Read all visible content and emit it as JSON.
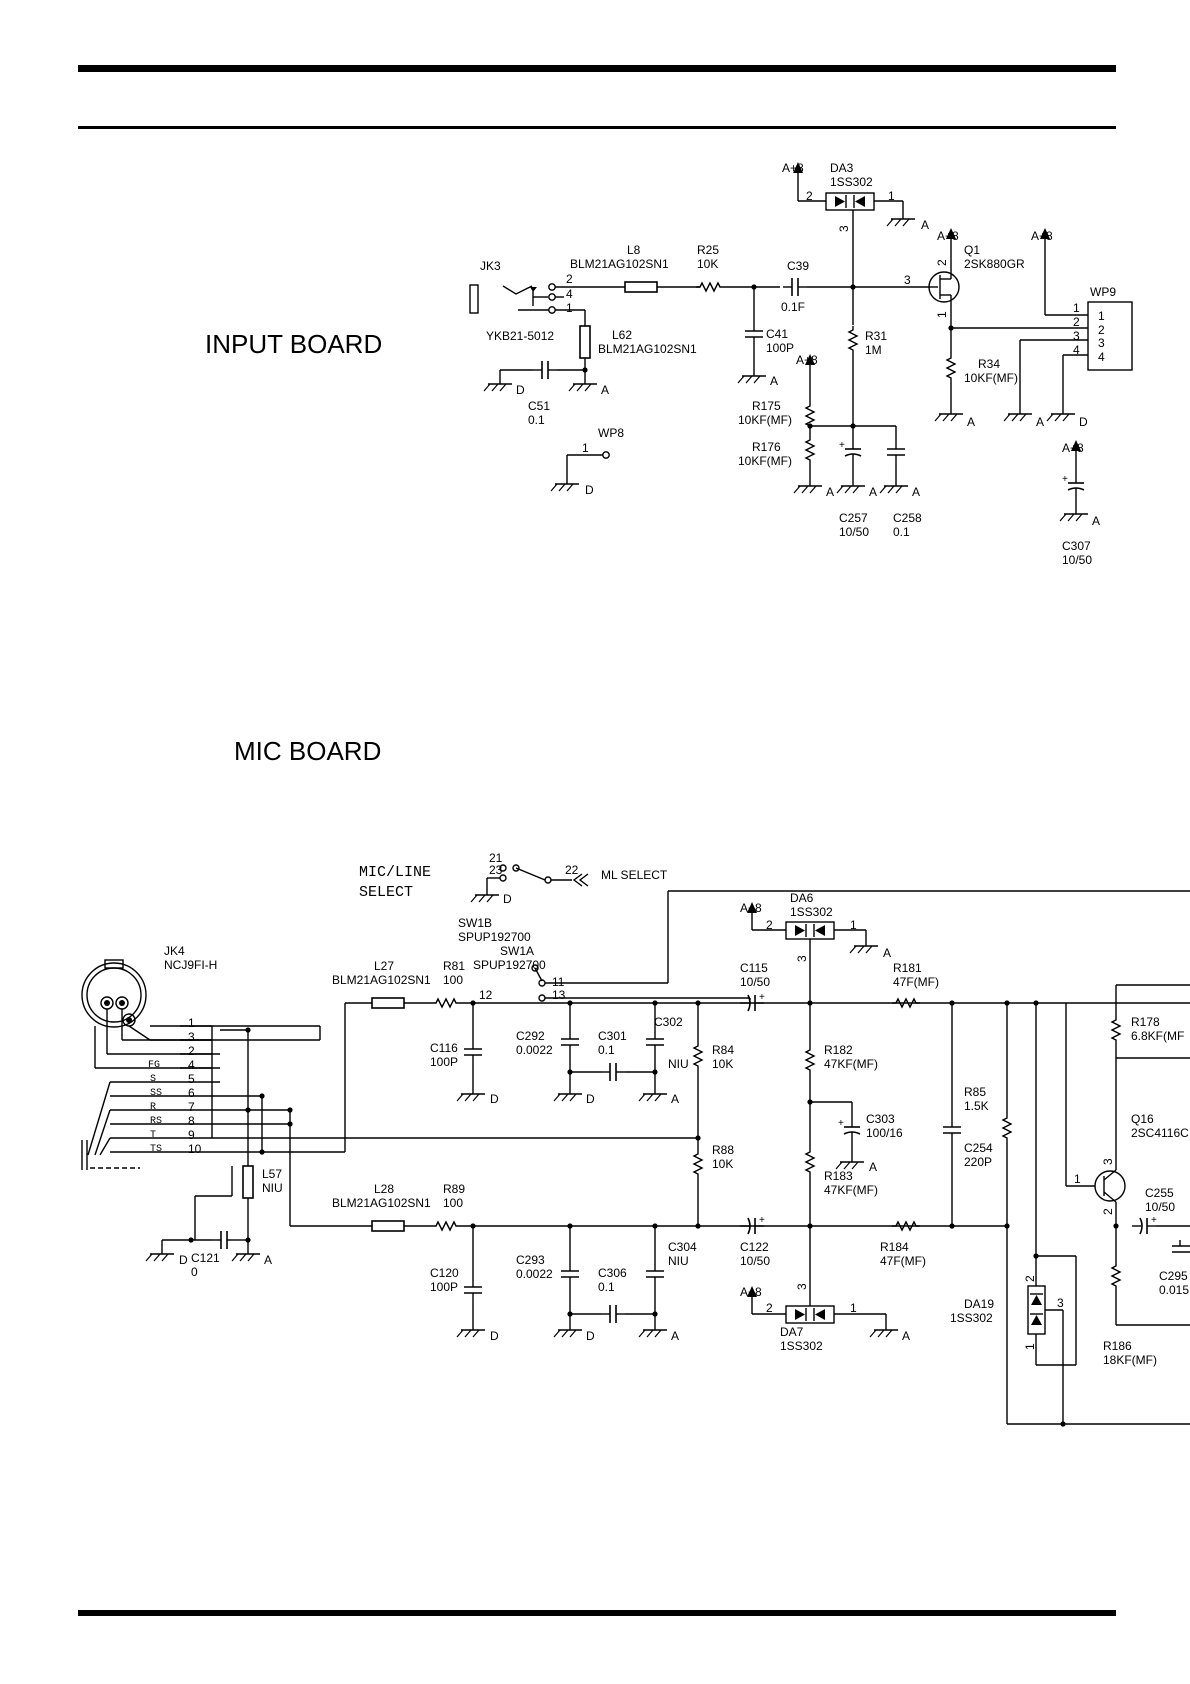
{
  "titles": {
    "input_board": "INPUT BOARD",
    "mic_board": "MIC BOARD"
  },
  "input_board": {
    "jk3": {
      "ref": "JK3",
      "part": "YKB21-5012",
      "pins": [
        "2",
        "4",
        "1"
      ]
    },
    "l8": {
      "ref": "L8",
      "value": "BLM21AG102SN1"
    },
    "r25": {
      "ref": "R25",
      "value": "10K"
    },
    "c39": {
      "ref": "C39",
      "value": "0.1F"
    },
    "c41": {
      "ref": "C41",
      "value": "100P"
    },
    "l62": {
      "ref": "L62",
      "value": "BLM21AG102SN1"
    },
    "c51": {
      "ref": "C51",
      "value": "0.1"
    },
    "wp8": {
      "ref": "WP8",
      "pin": "1"
    },
    "da3": {
      "ref": "DA3",
      "value": "1SS302",
      "pins": [
        "2",
        "1",
        "3"
      ]
    },
    "r31": {
      "ref": "R31",
      "value": "1M"
    },
    "r175": {
      "ref": "R175",
      "value": "10KF(MF)"
    },
    "r176": {
      "ref": "R176",
      "value": "10KF(MF)"
    },
    "c257": {
      "ref": "C257",
      "value": "10/50"
    },
    "c258": {
      "ref": "C258",
      "value": "0.1"
    },
    "q1": {
      "ref": "Q1",
      "value": "2SK880GR",
      "pins": [
        "3",
        "2",
        "1"
      ]
    },
    "r34": {
      "ref": "R34",
      "value": "10KF(MF)"
    },
    "wp9": {
      "ref": "WP9",
      "pins": [
        "1",
        "2",
        "3",
        "4"
      ]
    },
    "c307": {
      "ref": "C307",
      "value": "10/50"
    },
    "supply": "A+8",
    "gnd_a": "A",
    "gnd_d": "D"
  },
  "mic_board": {
    "mic_line_select": [
      "MIC/LINE",
      "SELECT"
    ],
    "ml_select": "ML SELECT",
    "sw_pins": {
      "p21": "21",
      "p23": "23",
      "p22": "22",
      "p12": "12",
      "p11": "11",
      "p13": "13"
    },
    "sw1b": {
      "ref": "SW1B",
      "value": "SPUP192700"
    },
    "sw1a": {
      "ref": "SW1A",
      "value": "SPUP192700"
    },
    "jk4": {
      "ref": "JK4",
      "part": "NCJ9FI-H"
    },
    "jk4_pins": [
      {
        "num": "1",
        "name": ""
      },
      {
        "num": "3",
        "name": ""
      },
      {
        "num": "2",
        "name": ""
      },
      {
        "num": "4",
        "name": "FG"
      },
      {
        "num": "5",
        "name": "S"
      },
      {
        "num": "6",
        "name": "SS"
      },
      {
        "num": "7",
        "name": "R"
      },
      {
        "num": "8",
        "name": "RS"
      },
      {
        "num": "9",
        "name": "T"
      },
      {
        "num": "10",
        "name": "TS"
      }
    ],
    "l27": {
      "ref": "L27",
      "value": "BLM21AG102SN1"
    },
    "r81": {
      "ref": "R81",
      "value": "100"
    },
    "l28": {
      "ref": "L28",
      "value": "BLM21AG102SN1"
    },
    "r89": {
      "ref": "R89",
      "value": "100"
    },
    "l57": {
      "ref": "L57",
      "value": "NIU"
    },
    "c121": {
      "ref": "C121",
      "value": "0"
    },
    "c116": {
      "ref": "C116",
      "value": "100P"
    },
    "c120": {
      "ref": "C120",
      "value": "100P"
    },
    "c292": {
      "ref": "C292",
      "value": "0.0022"
    },
    "c293": {
      "ref": "C293",
      "value": "0.0022"
    },
    "c301": {
      "ref": "C301",
      "value": "0.1"
    },
    "c306": {
      "ref": "C306",
      "value": "0.1"
    },
    "c302": {
      "ref": "C302",
      "value": "NIU"
    },
    "c304": {
      "ref": "C304",
      "value": "NIU"
    },
    "r84": {
      "ref": "R84",
      "value": "10K"
    },
    "r88": {
      "ref": "R88",
      "value": "10K"
    },
    "c115": {
      "ref": "C115",
      "value": "10/50"
    },
    "c122": {
      "ref": "C122",
      "value": "10/50"
    },
    "da6": {
      "ref": "DA6",
      "value": "1SS302",
      "pins": [
        "2",
        "1",
        "3"
      ]
    },
    "da7": {
      "ref": "DA7",
      "value": "1SS302",
      "pins": [
        "2",
        "1",
        "3"
      ]
    },
    "r181": {
      "ref": "R181",
      "value": "47F(MF)"
    },
    "r184": {
      "ref": "R184",
      "value": "47F(MF)"
    },
    "r182": {
      "ref": "R182",
      "value": "47KF(MF)"
    },
    "r183": {
      "ref": "R183",
      "value": "47KF(MF)"
    },
    "c303": {
      "ref": "C303",
      "value": "100/16"
    },
    "r85": {
      "ref": "R85",
      "value": "1.5K"
    },
    "c254": {
      "ref": "C254",
      "value": "220P"
    },
    "da19": {
      "ref": "DA19",
      "value": "1SS302",
      "pins": [
        "2",
        "1",
        "3"
      ]
    },
    "r178": {
      "ref": "R178",
      "value": "6.8KF(MF"
    },
    "q16": {
      "ref": "Q16",
      "value": "2SC4116C",
      "pins": [
        "1",
        "3",
        "2"
      ]
    },
    "c255": {
      "ref": "C255",
      "value": "10/50"
    },
    "c295": {
      "ref": "C295",
      "value": "0.015"
    },
    "r186": {
      "ref": "R186",
      "value": "18KF(MF)"
    }
  }
}
